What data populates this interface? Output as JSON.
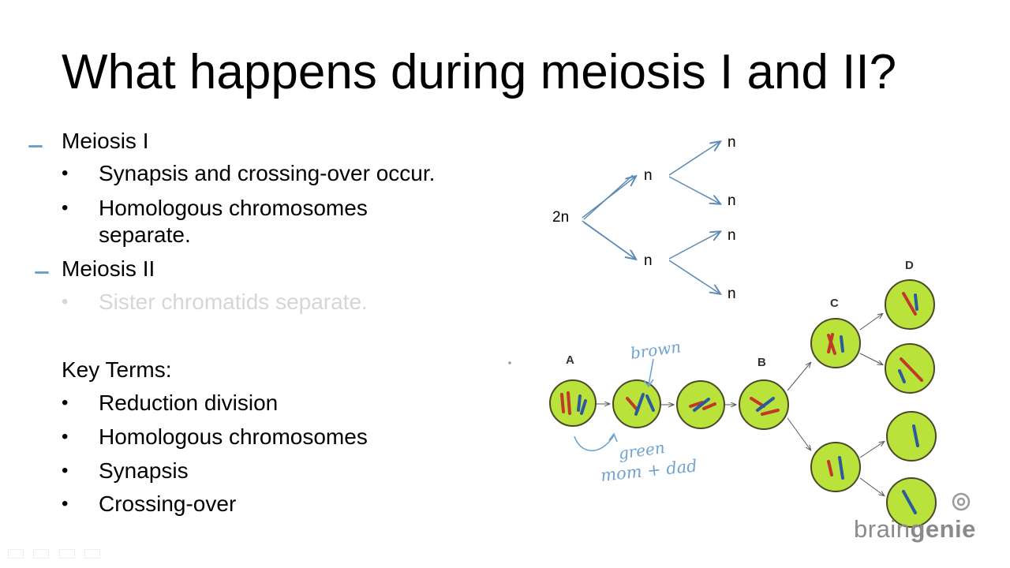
{
  "slide": {
    "title": "What happens during meiosis I and II?",
    "sections": [
      {
        "heading": "Meiosis I",
        "bullets": [
          "Synapsis and crossing-over occur.",
          "Homologous chromosomes",
          "separate."
        ]
      },
      {
        "heading": "Meiosis II",
        "bullets": [
          "Sister chromatids separate."
        ]
      },
      {
        "heading": "Key Terms:",
        "bullets": [
          "Reduction division",
          "Homologous chromosomes",
          "Synapsis",
          "Crossing-over"
        ]
      }
    ],
    "bullet_glyph": "•",
    "diagram": {
      "root": "2n",
      "mid": [
        "n",
        "n"
      ],
      "leaves": [
        "n",
        "n",
        "n",
        "n"
      ]
    },
    "cell_labels": [
      "A",
      "B",
      "C",
      "D"
    ],
    "annotations": [
      "brown",
      "green",
      "mom + dad"
    ],
    "logo": {
      "part1": "brain",
      "part2": "genie"
    },
    "colors": {
      "cell_fill": "#b9e23a",
      "cell_stroke": "#4a4a2a",
      "arrow": "#5a8ab5",
      "handwriting": "#6fa3cf"
    }
  }
}
